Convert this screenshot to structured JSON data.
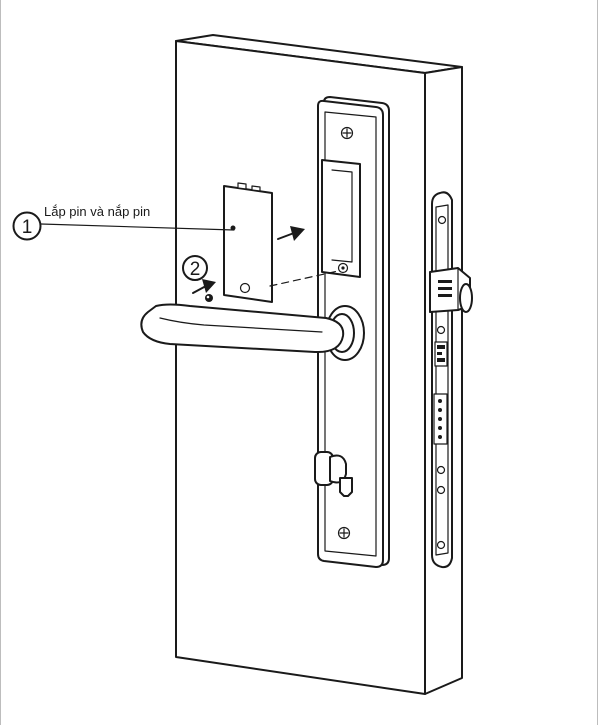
{
  "callouts": [
    {
      "number": "1",
      "label": "Lắp pin và nắp pin"
    },
    {
      "number": "2"
    }
  ],
  "icons": [
    "screw-icon",
    "arrow-icon",
    "battery-cover",
    "door-handle",
    "key-cylinder"
  ],
  "colors": {
    "line": "#1a1a1a",
    "background": "#ffffff",
    "frame": "#bdbdbd"
  }
}
